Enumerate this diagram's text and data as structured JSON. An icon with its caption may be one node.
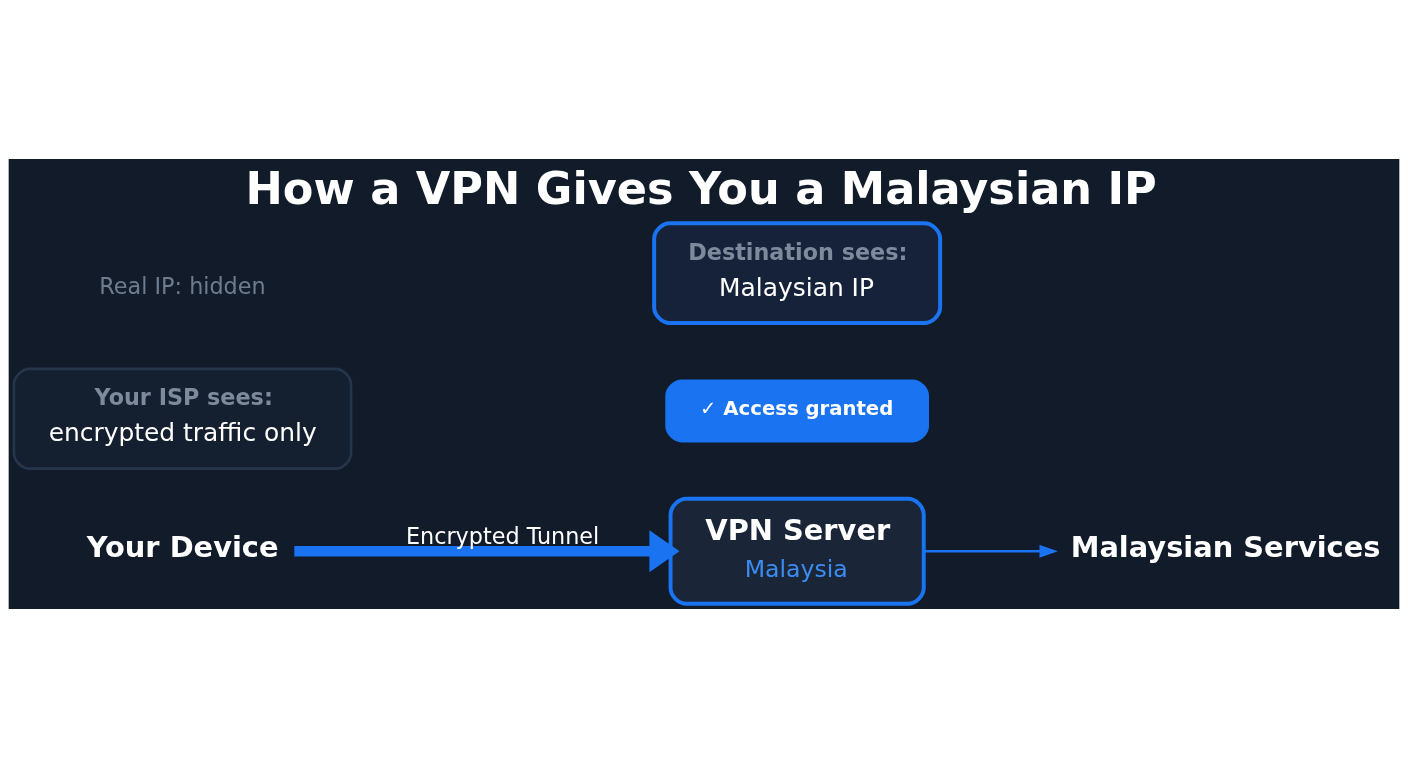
{
  "diagram": {
    "title": "How a VPN Gives You a Malaysian IP",
    "nodes": [
      {
        "text": [
          "Your Device"
        ]
      },
      {
        "text": [
          "VPN Server",
          "Malaysia"
        ]
      },
      {
        "text": [
          "Malaysian Services"
        ]
      },
      {
        "text": [
          "✓ Access granted"
        ]
      },
      {
        "text": [
          "Your ISP sees:",
          "encrypted traffic only"
        ]
      },
      {
        "text": [
          "Destination sees:",
          "Malaysian IP"
        ]
      }
    ],
    "edges": [
      {
        "from": 0,
        "to": 1,
        "arrow": "to",
        "label": "Encrypted Tunnel",
        "style": "thick"
      },
      {
        "from": 1,
        "to": 2,
        "arrow": "to"
      }
    ],
    "labels": [
      "Real IP: hidden"
    ]
  }
}
